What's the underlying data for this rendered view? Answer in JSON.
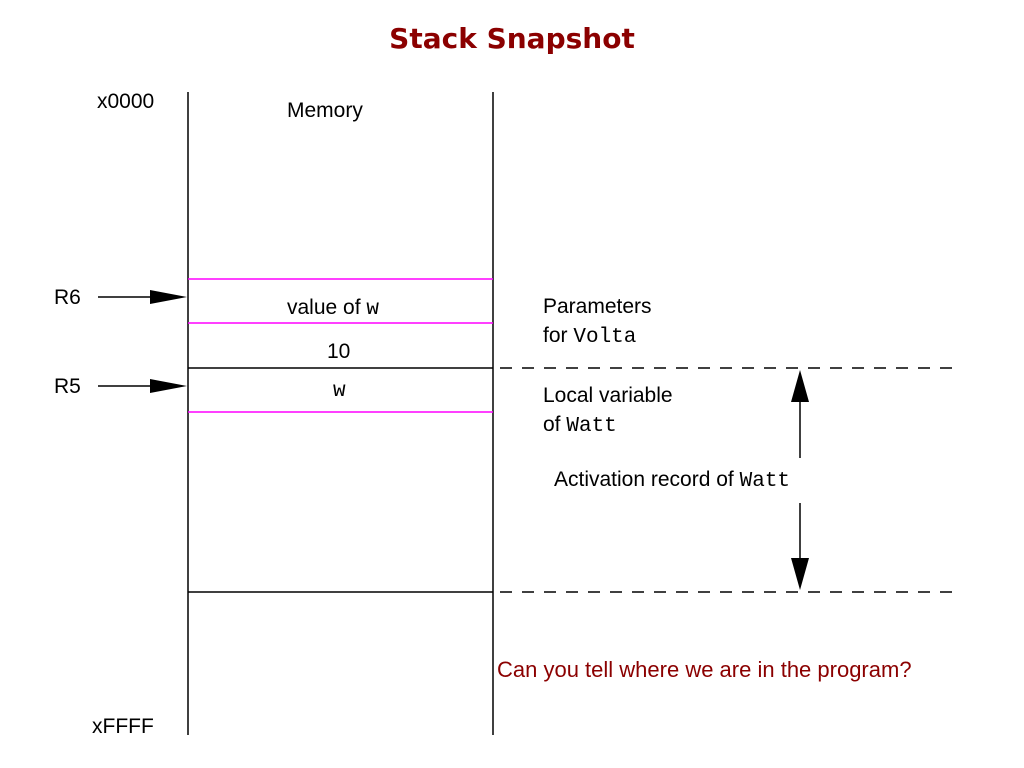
{
  "title": "Stack Snapshot",
  "addresses": {
    "top": "x0000",
    "bottom": "xFFFF"
  },
  "memory": {
    "header": "Memory",
    "cells": {
      "value_of_w_prefix": "value of",
      "value_of_w_var": "w",
      "ten": "10",
      "w": "w"
    }
  },
  "pointers": {
    "r6": "R6",
    "r5": "R5"
  },
  "annotations": {
    "parameters_line1": "Parameters",
    "parameters_line2_prefix": "for",
    "parameters_line2_var": "Volta",
    "local_line1": "Local variable",
    "local_line2_prefix": "of",
    "local_line2_var": "Watt",
    "activation_prefix": "Activation record of",
    "activation_var": "Watt"
  },
  "question": "Can you tell where we are in the program?",
  "colors": {
    "title": "#8b0000",
    "question": "#8b0000",
    "frame_lines": "#ff00ff",
    "lines": "#000000"
  }
}
